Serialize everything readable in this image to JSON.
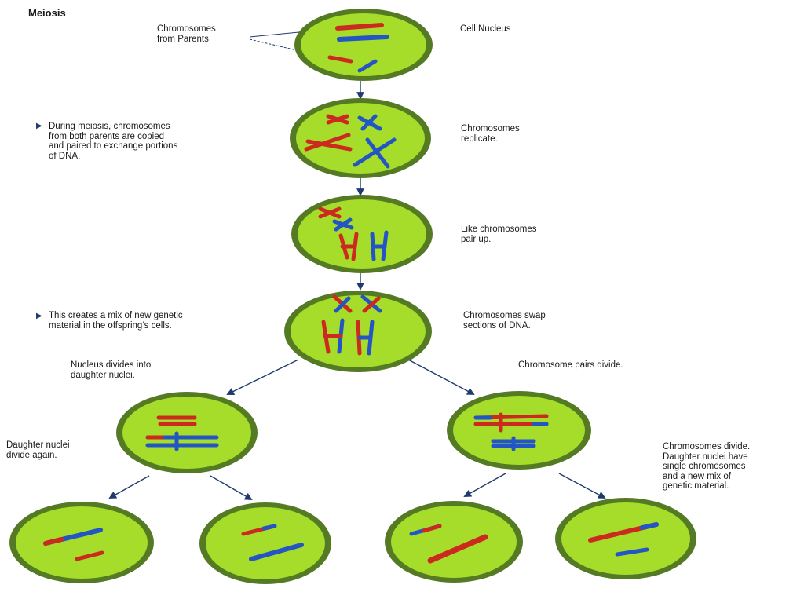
{
  "title": "Meiosis",
  "labels": {
    "chromosomes_from_parents": "Chromosomes\nfrom Parents",
    "cell_nucleus": "Cell Nucleus",
    "during_meiosis": "During meiosis, chromosomes\nfrom both parents are copied\nand paired to exchange portions\nof DNA.",
    "chromosomes_replicate": "Chromosomes\nreplicate.",
    "like_chromosomes": "Like chromosomes\npair up.",
    "creates_mix": "This creates a mix of new genetic\nmaterial in the offspring’s cells.",
    "chromosomes_swap": "Chromosomes swap\nsections of DNA.",
    "nucleus_divides": "Nucleus divides into\ndaughter nuclei.",
    "pairs_divide": "Chromosome pairs divide.",
    "daughter_divide_again": "Daughter nuclei\ndivide again.",
    "chromosomes_divide": "Chromosomes divide.\nDaughter nuclei have\nsingle chromosomes\nand a new mix of\ngenetic material."
  },
  "bullet_glyph": "▶",
  "colors": {
    "cell_fill": "#a6dc2a",
    "cell_rim": "#557a24",
    "chromosome_red": "#cc2a1e",
    "chromosome_blue": "#2355c4",
    "arrow": "#1f3b6e"
  }
}
